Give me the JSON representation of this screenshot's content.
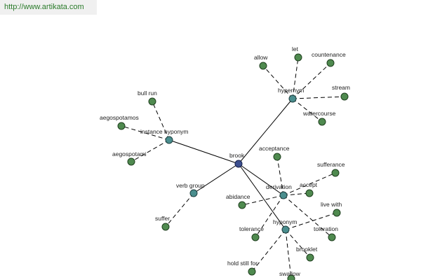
{
  "site_url": "http://www.artikata.com",
  "colors": {
    "url_text": "#2a7b2a",
    "url_background": "#f0f0f0",
    "word_node": "#4f8a4f",
    "relation_node": "#4a8e8e",
    "root_node": "#3c4f8f"
  },
  "graph": {
    "root": {
      "id": "brook",
      "label": "brook"
    },
    "relations": [
      {
        "id": "instance-hyponym",
        "label": "instance hyponym"
      },
      {
        "id": "hypernym",
        "label": "hypernym"
      },
      {
        "id": "verb-group",
        "label": "verb group"
      },
      {
        "id": "derivation",
        "label": "derivation"
      },
      {
        "id": "hyponym",
        "label": "hyponym"
      }
    ],
    "words": [
      {
        "id": "bull-run",
        "label": "bull run",
        "relation": "instance-hyponym"
      },
      {
        "id": "aegospotamos",
        "label": "aegospotamos",
        "relation": "instance-hyponym"
      },
      {
        "id": "aegospotami",
        "label": "aegospotami",
        "relation": "instance-hyponym"
      },
      {
        "id": "allow",
        "label": "allow",
        "relation": "hypernym"
      },
      {
        "id": "let",
        "label": "let",
        "relation": "hypernym"
      },
      {
        "id": "countenance",
        "label": "countenance",
        "relation": "hypernym"
      },
      {
        "id": "stream",
        "label": "stream",
        "relation": "hypernym"
      },
      {
        "id": "watercourse",
        "label": "watercourse",
        "relation": "hypernym"
      },
      {
        "id": "suffer",
        "label": "suffer",
        "relation": "verb-group"
      },
      {
        "id": "acceptance",
        "label": "acceptance",
        "relation": "derivation"
      },
      {
        "id": "sufferance",
        "label": "sufferance",
        "relation": "derivation"
      },
      {
        "id": "accept",
        "label": "accept",
        "relation": "derivation"
      },
      {
        "id": "abidance",
        "label": "abidance",
        "relation": "derivation"
      },
      {
        "id": "tolerance",
        "label": "tolerance",
        "relation": "derivation"
      },
      {
        "id": "toleration",
        "label": "toleration",
        "relation": "derivation"
      },
      {
        "id": "live-with",
        "label": "live with",
        "relation": "hyponym"
      },
      {
        "id": "brooklet",
        "label": "brooklet",
        "relation": "hyponym"
      },
      {
        "id": "hold-still-for",
        "label": "hold still for",
        "relation": "hyponym"
      },
      {
        "id": "swallow",
        "label": "swallow",
        "relation": "hyponym"
      }
    ]
  }
}
